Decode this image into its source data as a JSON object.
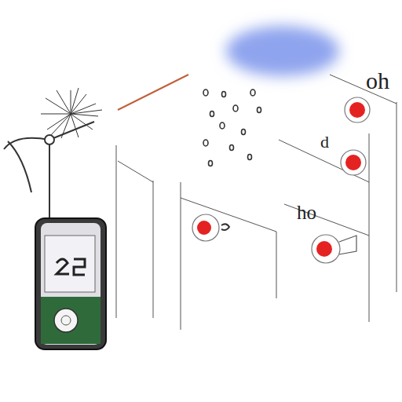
{
  "diagram": {
    "labels": [
      "oh",
      "ho",
      "d"
    ]
  }
}
